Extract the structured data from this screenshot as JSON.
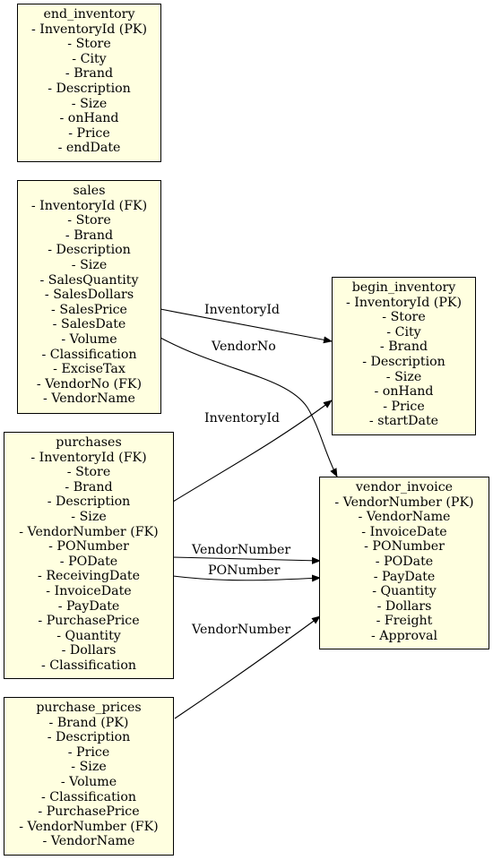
{
  "colors": {
    "node_fill": "#ffffe0",
    "stroke": "#000000"
  },
  "nodes": {
    "end_inventory": {
      "title": "end_inventory",
      "fields": [
        "- InventoryId (PK)",
        "- Store",
        "- City",
        "- Brand",
        "- Description",
        "- Size",
        "- onHand",
        "- Price",
        "- endDate"
      ]
    },
    "sales": {
      "title": "sales",
      "fields": [
        "- InventoryId (FK)",
        "- Store",
        "- Brand",
        "- Description",
        "- Size",
        "- SalesQuantity",
        "- SalesDollars",
        "- SalesPrice",
        "- SalesDate",
        "- Volume",
        "- Classification",
        "- ExciseTax",
        "- VendorNo (FK)",
        "- VendorName"
      ]
    },
    "purchases": {
      "title": "purchases",
      "fields": [
        "- InventoryId (FK)",
        "- Store",
        "- Brand",
        "- Description",
        "- Size",
        "- VendorNumber (FK)",
        "- PONumber",
        "- PODate",
        "- ReceivingDate",
        "- InvoiceDate",
        "- PayDate",
        "- PurchasePrice",
        "- Quantity",
        "- Dollars",
        "- Classification"
      ]
    },
    "purchase_prices": {
      "title": "purchase_prices",
      "fields": [
        "- Brand (PK)",
        "- Description",
        "- Price",
        "- Size",
        "- Volume",
        "- Classification",
        "- PurchasePrice",
        "- VendorNumber (FK)",
        "- VendorName"
      ]
    },
    "begin_inventory": {
      "title": "begin_inventory",
      "fields": [
        "- InventoryId (PK)",
        "- Store",
        "- City",
        "- Brand",
        "- Description",
        "- Size",
        "- onHand",
        "- Price",
        "- startDate"
      ]
    },
    "vendor_invoice": {
      "title": "vendor_invoice",
      "fields": [
        "- VendorNumber (PK)",
        "- VendorName",
        "- InvoiceDate",
        "- PONumber",
        "- PODate",
        "- PayDate",
        "- Quantity",
        "- Dollars",
        "- Freight",
        "- Approval"
      ]
    }
  },
  "edges": [
    {
      "from": "sales",
      "to": "begin_inventory",
      "label": "InventoryId"
    },
    {
      "from": "sales",
      "to": "vendor_invoice",
      "label": "VendorNo"
    },
    {
      "from": "purchases",
      "to": "begin_inventory",
      "label": "InventoryId"
    },
    {
      "from": "purchases",
      "to": "vendor_invoice",
      "label": "VendorNumber"
    },
    {
      "from": "purchases",
      "to": "vendor_invoice",
      "label": "PONumber"
    },
    {
      "from": "purchase_prices",
      "to": "vendor_invoice",
      "label": "VendorNumber"
    }
  ]
}
